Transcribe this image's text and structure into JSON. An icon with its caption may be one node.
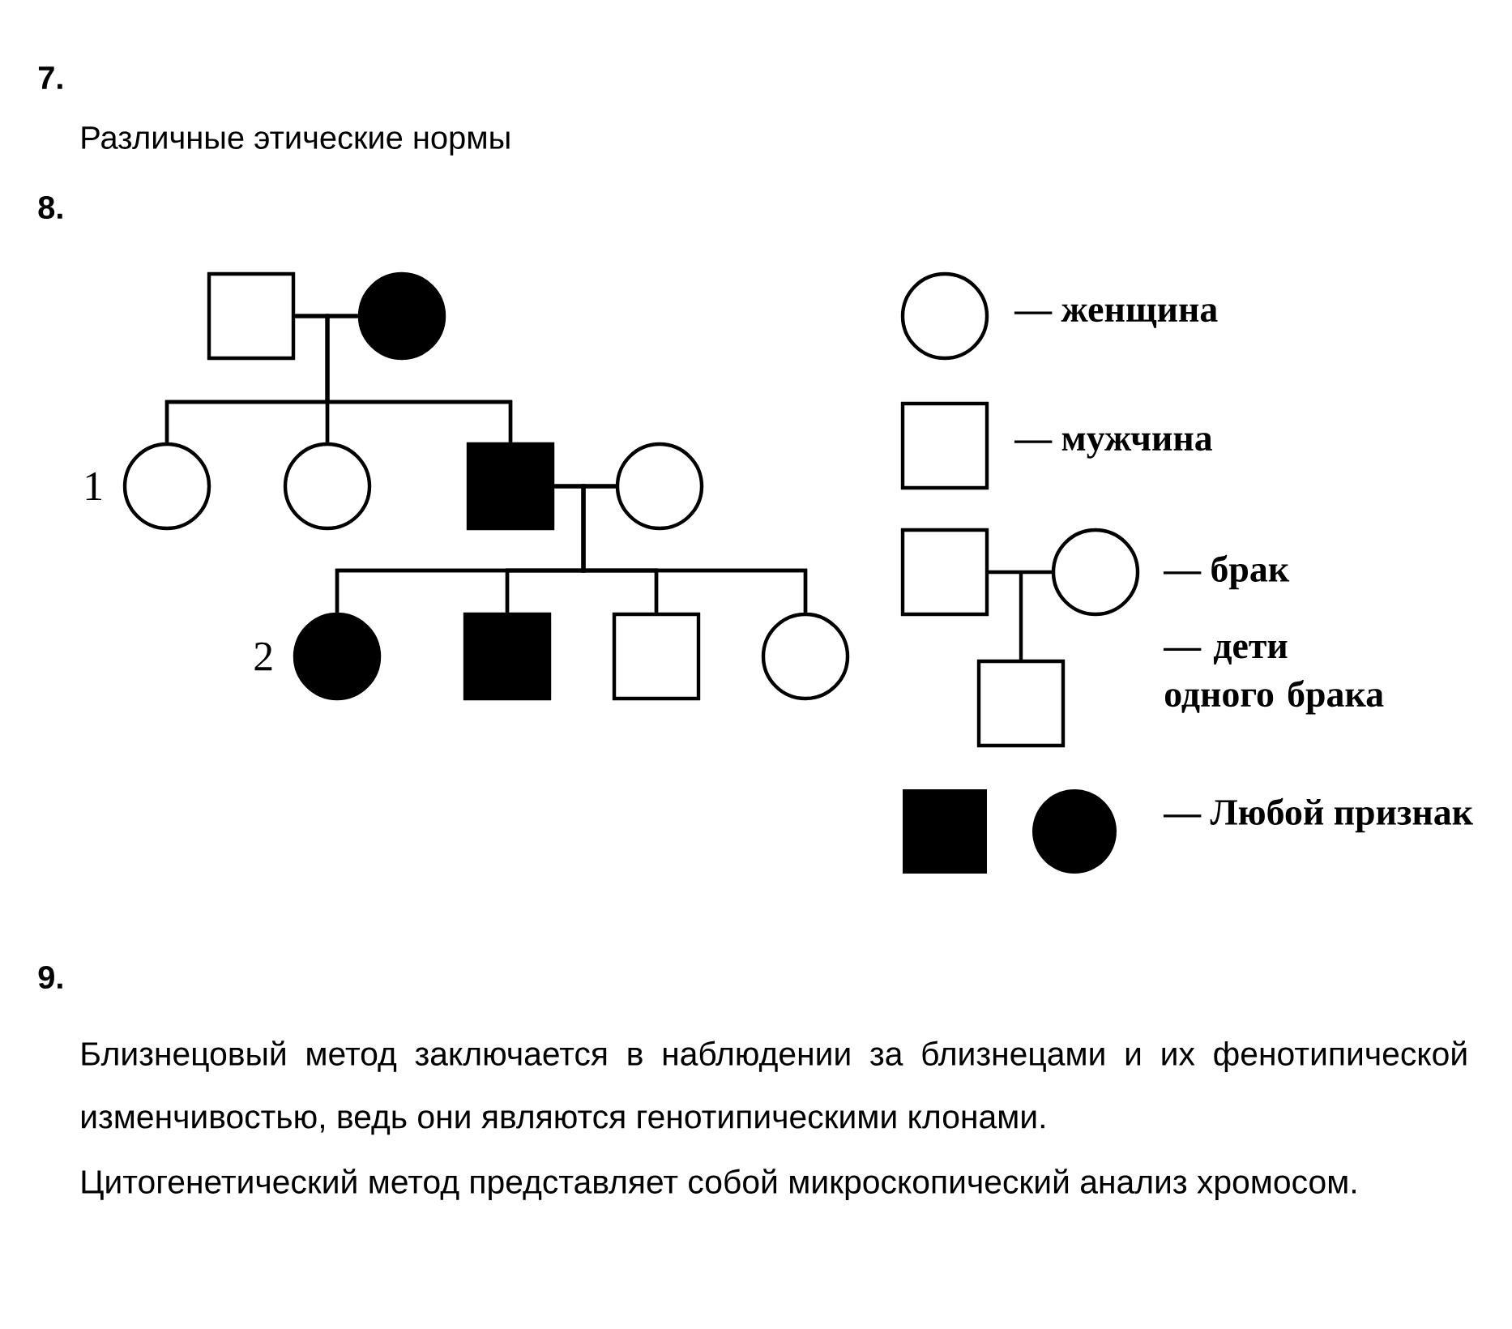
{
  "diagram": {
    "nodes": [
      {
        "text": [],
        "shape": "box"
      },
      {
        "text": [],
        "shape": "circle"
      },
      {
        "text": [],
        "shape": "circle"
      },
      {
        "text": [],
        "shape": "circle"
      },
      {
        "text": [],
        "shape": "box"
      },
      {
        "text": [],
        "shape": "circle"
      },
      {
        "text": [],
        "shape": "circle"
      },
      {
        "text": [],
        "shape": "box"
      },
      {
        "text": [],
        "shape": "box"
      },
      {
        "text": [],
        "shape": "circle"
      }
    ],
    "edges": [
      {
        "from": 0,
        "to": 1,
        "arrow": "none"
      },
      {
        "from": 0,
        "to": 2,
        "arrow": "none"
      },
      {
        "from": 0,
        "to": 3,
        "arrow": "none"
      },
      {
        "from": 0,
        "to": 4,
        "arrow": "none"
      },
      {
        "from": 1,
        "to": 2,
        "arrow": "none"
      },
      {
        "from": 1,
        "to": 3,
        "arrow": "none"
      },
      {
        "from": 1,
        "to": 4,
        "arrow": "none"
      },
      {
        "from": 4,
        "to": 5,
        "arrow": "none"
      },
      {
        "from": 4,
        "to": 6,
        "arrow": "none"
      },
      {
        "from": 4,
        "to": 7,
        "arrow": "none"
      },
      {
        "from": 4,
        "to": 8,
        "arrow": "none"
      },
      {
        "from": 4,
        "to": 9,
        "arrow": "none"
      },
      {
        "from": 5,
        "to": 6,
        "arrow": "none"
      },
      {
        "from": 5,
        "to": 7,
        "arrow": "none"
      },
      {
        "from": 5,
        "to": 8,
        "arrow": "none"
      },
      {
        "from": 5,
        "to": 9,
        "arrow": "none"
      }
    ],
    "labels": [
      "7.",
      "Различные этические нормы",
      "8.",
      "1",
      "2",
      "9.",
      "Близнецовый метод заключается в наблюдении за близнецами и их фенотипической изменчивостью, ведь они являются генотипическими клонами.",
      "Цитогенетический метод представляет собой микроскопический анализ хромосом."
    ],
    "legend": [
      {
        "text": "— женщина"
      },
      {
        "text": "— мужчина"
      },
      {
        "text": "— брак"
      },
      {
        "text": "— дети одного брака"
      },
      {
        "text": "— Любой признак"
      }
    ]
  }
}
